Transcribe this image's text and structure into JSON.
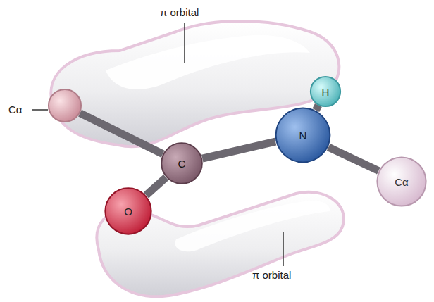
{
  "diagram": {
    "nodes": [
      {
        "text": [
          "Cα"
        ]
      },
      {
        "text": [
          "H"
        ]
      },
      {
        "text": [
          "C"
        ]
      },
      {
        "text": [
          "N"
        ]
      },
      {
        "text": [
          "Cα"
        ]
      },
      {
        "text": [
          "O"
        ]
      }
    ],
    "edges": [
      {
        "from": 0,
        "to": 2,
        "arrow": "none"
      },
      {
        "from": 2,
        "to": 5,
        "arrow": "none"
      },
      {
        "from": 2,
        "to": 3,
        "arrow": "none"
      },
      {
        "from": 3,
        "to": 1,
        "arrow": "none"
      },
      {
        "from": 3,
        "to": 4,
        "arrow": "none"
      }
    ],
    "labels": [
      "π orbital",
      "π orbital"
    ]
  }
}
